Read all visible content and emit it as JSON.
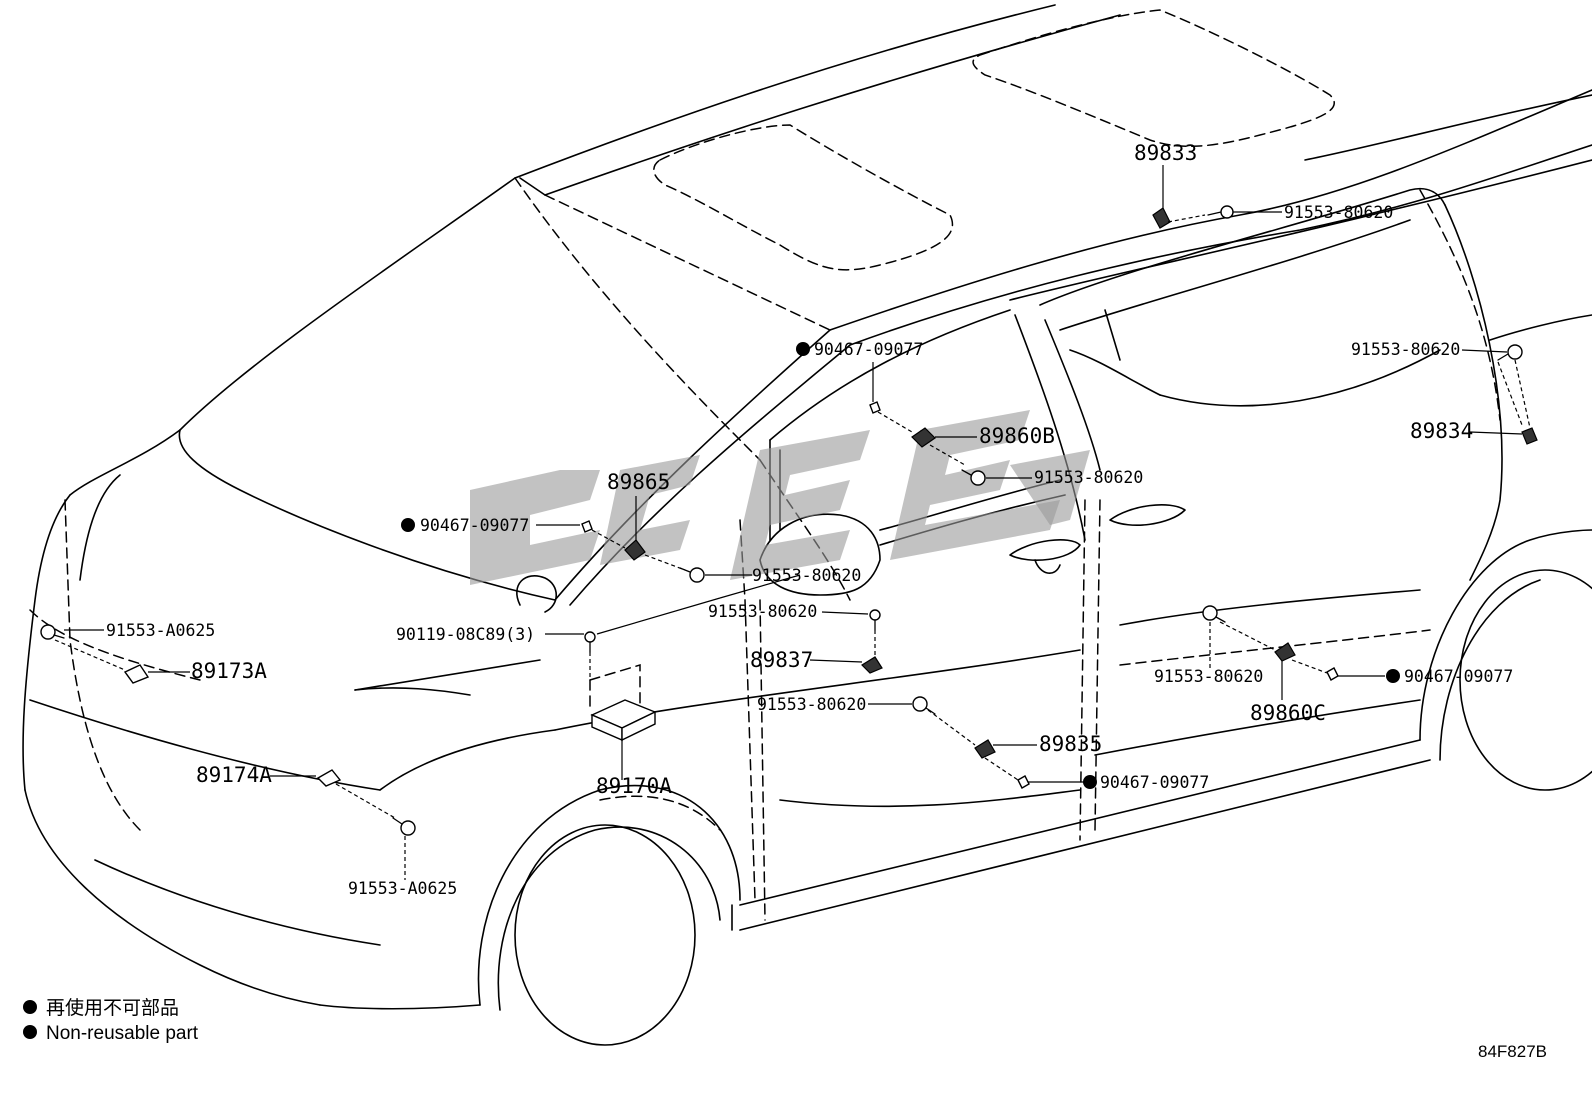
{
  "diagram": {
    "drawing_code": "84F827B",
    "legend": {
      "zh": "再使用不可部品",
      "en": "Non-reusable part"
    },
    "labels": {
      "p89833": "89833",
      "p91553_80620_roof": "91553-80620",
      "p90467_09077_top": "90467-09077",
      "p91553_80620_right": "91553-80620",
      "p89834": "89834",
      "p89860B": "89860B",
      "p91553_80620_door": "91553-80620",
      "p89865": "89865",
      "p90467_09077_left": "90467-09077",
      "p91553_80620_mid": "91553-80620",
      "p90119": "90119-08C89(3)",
      "p91553_80620_lower": "91553-80620",
      "p89837": "89837",
      "p91553_A0625_front": "91553-A0625",
      "p89173A": "89173A",
      "p89174A": "89174A",
      "p91553_A0625_bottom": "91553-A0625",
      "p89170A": "89170A",
      "p91553_80620_sill": "91553-80620",
      "p89835": "89835",
      "p90467_09077_bottom": "90467-09077",
      "p91553_80620_rear": "91553-80620",
      "p89860C": "89860C",
      "p90467_09077_rear": "90467-09077"
    }
  }
}
